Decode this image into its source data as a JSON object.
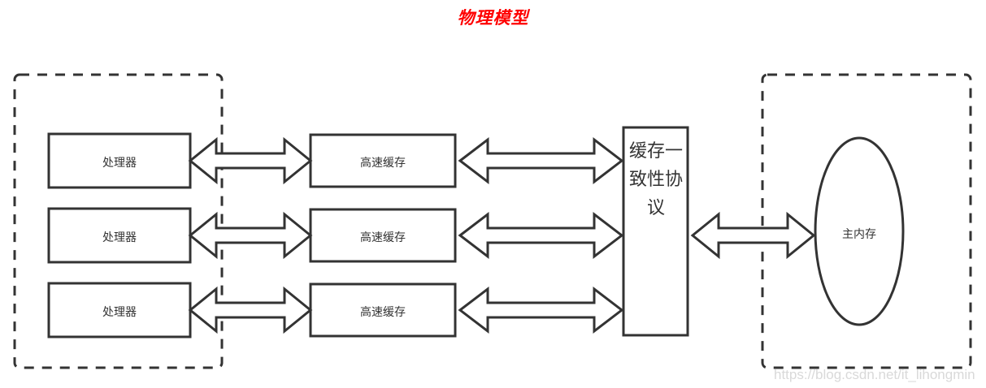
{
  "title": "物理模型",
  "colors": {
    "title": "#ff0000",
    "stroke": "#333333",
    "background": "#ffffff",
    "watermark": "#d9d9d9"
  },
  "groups": {
    "cpu_group": {
      "name": "processor-cache-group",
      "style": "dashed"
    },
    "memory_group": {
      "name": "main-memory-group",
      "style": "dashed"
    }
  },
  "processors": [
    {
      "label": "处理器"
    },
    {
      "label": "处理器"
    },
    {
      "label": "处理器"
    }
  ],
  "caches": [
    {
      "label": "高速缓存"
    },
    {
      "label": "高速缓存"
    },
    {
      "label": "高速缓存"
    }
  ],
  "protocol": {
    "label": "缓存一致性协议",
    "orientation": "vertical"
  },
  "memory": {
    "label": "主内存",
    "shape": "ellipse"
  },
  "connectors": [
    {
      "name": "processor-1-to-cache-1",
      "type": "double-arrow"
    },
    {
      "name": "processor-2-to-cache-2",
      "type": "double-arrow"
    },
    {
      "name": "processor-3-to-cache-3",
      "type": "double-arrow"
    },
    {
      "name": "cache-1-to-protocol",
      "type": "double-arrow"
    },
    {
      "name": "cache-2-to-protocol",
      "type": "double-arrow"
    },
    {
      "name": "cache-3-to-protocol",
      "type": "double-arrow"
    },
    {
      "name": "protocol-to-main-memory",
      "type": "double-arrow"
    }
  ],
  "watermark": "https://blog.csdn.net/it_lihongmin"
}
